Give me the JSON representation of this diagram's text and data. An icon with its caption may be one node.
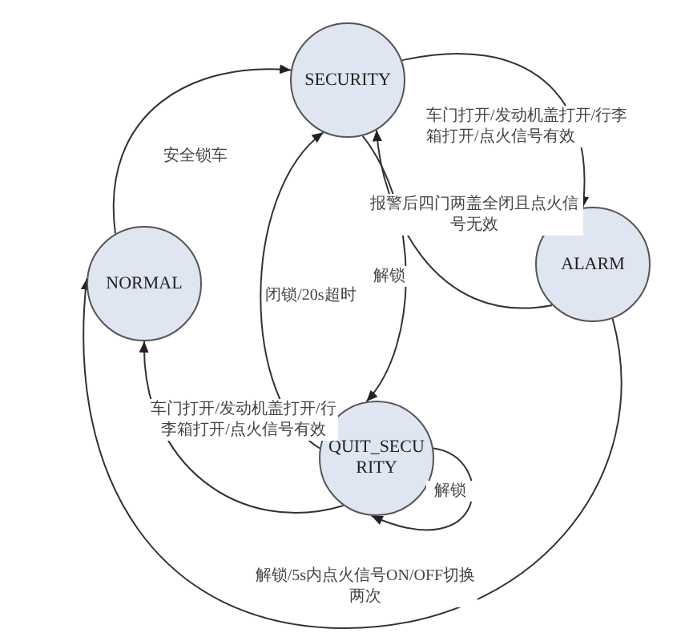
{
  "diagram": {
    "nodes": [
      {
        "text": [
          "SECURITY"
        ]
      },
      {
        "text": [
          "ALARM"
        ]
      },
      {
        "text": [
          "NORMAL"
        ]
      },
      {
        "text": [
          "QUIT_SECURITY"
        ]
      }
    ],
    "edges": [
      {
        "from": 2,
        "to": 0,
        "arrow": "to",
        "label": "安全锁车"
      },
      {
        "from": 0,
        "to": 1,
        "arrow": "to",
        "label": "车门打开/发动机盖打开/行李箱打开/点火信号有效"
      },
      {
        "from": 1,
        "to": 0,
        "arrow": "to",
        "label": "报警后四门两盖全闭且点火信号无效"
      },
      {
        "from": 0,
        "to": 3,
        "arrow": "to",
        "label": "解锁"
      },
      {
        "from": 3,
        "to": 0,
        "arrow": "to",
        "label": "闭锁/20s超时"
      },
      {
        "from": 3,
        "to": 2,
        "arrow": "to",
        "label": "车门打开/发动机盖打开/行李箱打开/点火信号有效"
      },
      {
        "from": 3,
        "to": 3,
        "arrow": "to",
        "label": "解锁"
      },
      {
        "from": 1,
        "to": 2,
        "arrow": "to",
        "label": "解锁/5s内点火信号ON/OFF切换两次"
      }
    ]
  }
}
